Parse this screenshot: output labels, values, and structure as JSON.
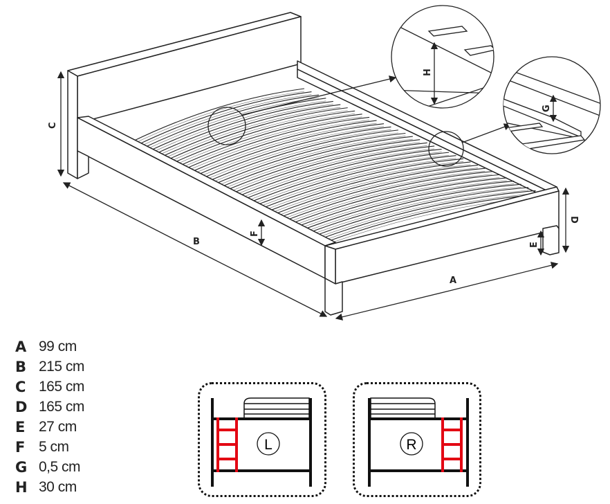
{
  "diagram_labels": {
    "A": "A",
    "B": "B",
    "C": "C",
    "D": "D",
    "E": "E",
    "F": "F",
    "G": "G",
    "H": "H"
  },
  "legend": [
    {
      "key": "A",
      "value": "99 cm"
    },
    {
      "key": "B",
      "value": "215 cm"
    },
    {
      "key": "C",
      "value": "165 cm"
    },
    {
      "key": "D",
      "value": "165 cm"
    },
    {
      "key": "E",
      "value": "27 cm"
    },
    {
      "key": "F",
      "value": "5 cm"
    },
    {
      "key": "G",
      "value": "0,5 cm"
    },
    {
      "key": "H",
      "value": "30 cm"
    }
  ],
  "variants": [
    {
      "label": "L"
    },
    {
      "label": "R"
    }
  ],
  "colors": {
    "line": "#222222",
    "ladder": "#e30613"
  }
}
